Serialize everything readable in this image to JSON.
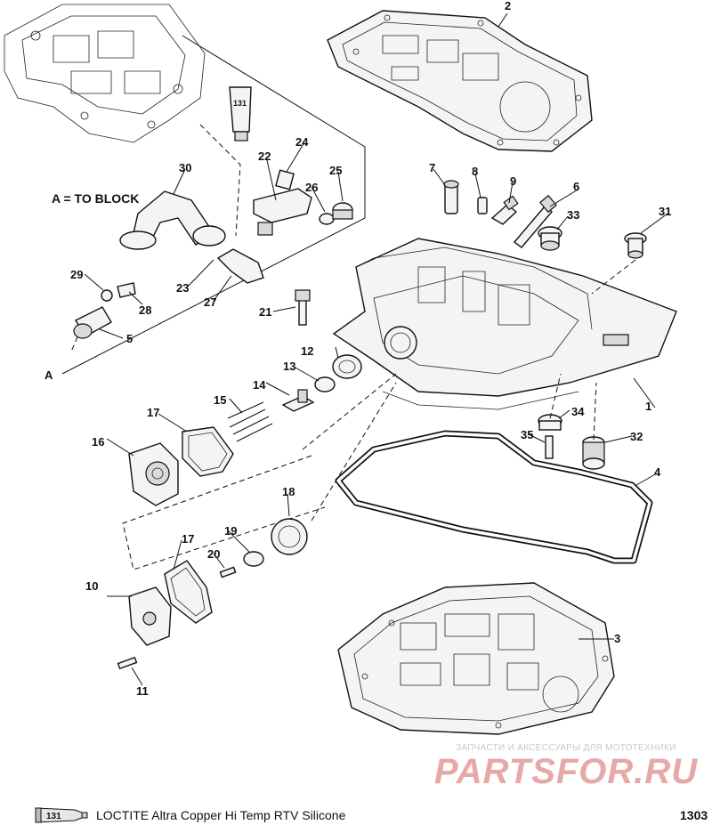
{
  "callouts": {
    "c1": "1",
    "c2": "2",
    "c3": "3",
    "c4": "4",
    "c5": "5",
    "c6": "6",
    "c7": "7",
    "c8": "8",
    "c9": "9",
    "c10": "10",
    "c11": "11",
    "c12": "12",
    "c13": "13",
    "c14": "14",
    "c15": "15",
    "c16": "16",
    "c17a": "17",
    "c17b": "17",
    "c18": "18",
    "c19": "19",
    "c20": "20",
    "c21": "21",
    "c22": "22",
    "c23": "23",
    "c24": "24",
    "c25": "25",
    "c26": "26",
    "c27": "27",
    "c28": "28",
    "c29": "29",
    "c30": "30",
    "c31": "31",
    "c32": "32",
    "c33": "33",
    "c34": "34",
    "c35": "35",
    "cA": "A"
  },
  "note": "A = TO BLOCK",
  "tube_label": "131",
  "footer": {
    "legend_badge": "131",
    "legend_text": "LOCTITE Altra Copper Hi Temp RTV Silicone",
    "page_number": "1303"
  },
  "watermark": {
    "small": "ЗАПЧАСТИ И АКСЕССУАРЫ ДЛЯ МОТОТЕХНИКИ",
    "big": "PARTSFOR.RU"
  }
}
